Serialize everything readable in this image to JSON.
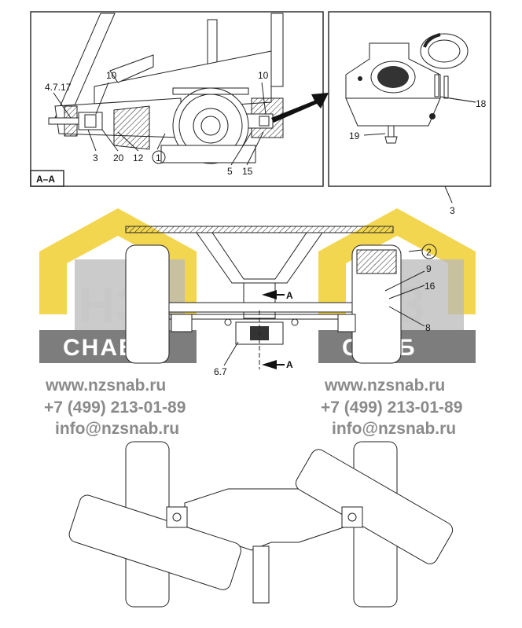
{
  "section_label": "A–A",
  "callouts": {
    "c_4717": "4.7.17",
    "c_10a": "10",
    "c_10b": "10",
    "c_3a": "3",
    "c_20": "20",
    "c_12": "12",
    "c_1": "1",
    "c_5": "5",
    "c_15": "15",
    "c_18": "18",
    "c_19": "19",
    "c_3b": "3",
    "c_2": "2",
    "c_9": "9",
    "c_16": "16",
    "c_8": "8",
    "c_67": "6.7",
    "c_A1": "A",
    "c_A2": "A"
  },
  "watermark": {
    "logo_left": "СНАБ",
    "logo_right": "СНАБ",
    "big_left": "НЗ",
    "big_right": "НЗ",
    "url_left": "www.nzsnab.ru",
    "phone_left": "+7 (499) 213-01-89",
    "email_left": "info@nzsnab.ru",
    "url_right": "www.nzsnab.ru",
    "phone_right": "+7 (499) 213-01-89",
    "email_right": "info@nzsnab.ru",
    "colors": {
      "yellow": "#f2d23c",
      "gray": "#7d7d7d",
      "text": "#8a8a8a"
    }
  }
}
